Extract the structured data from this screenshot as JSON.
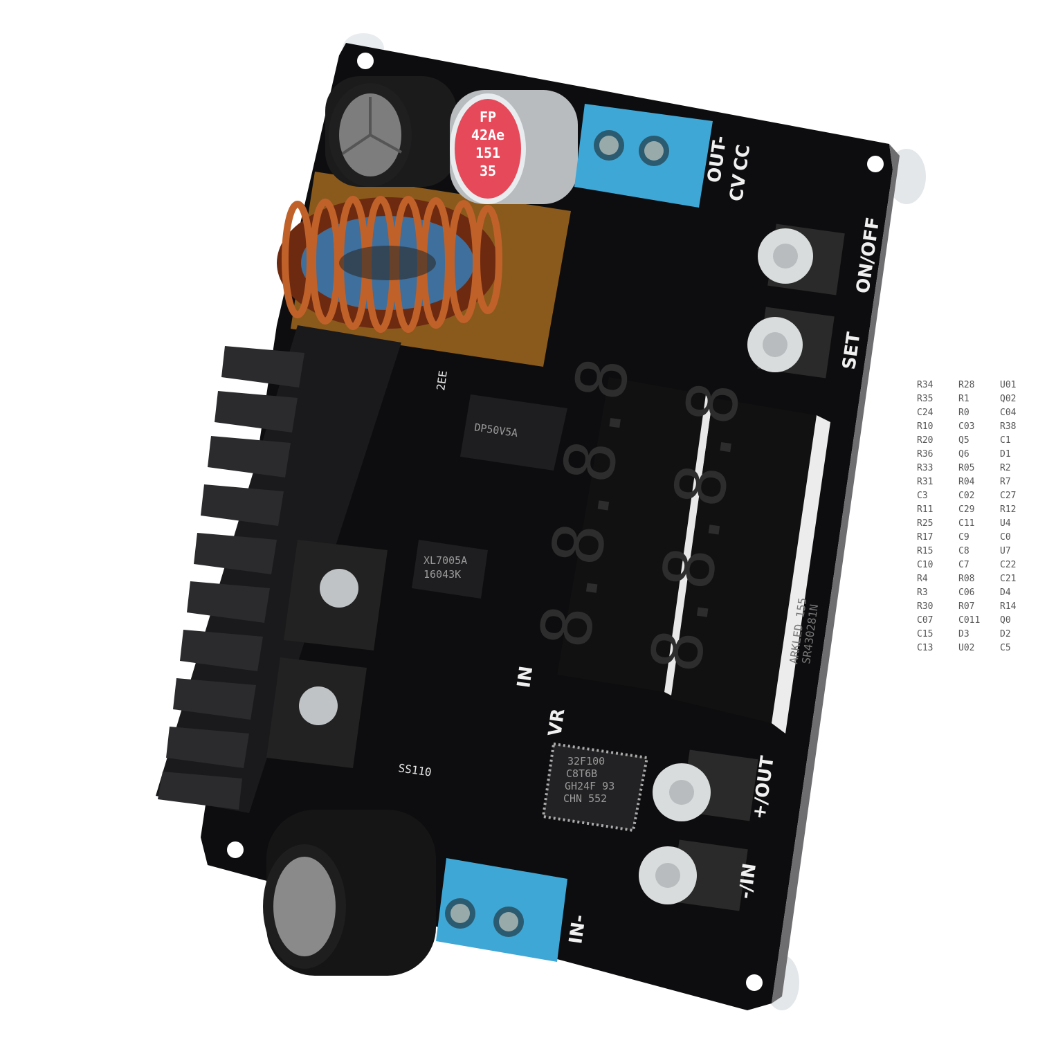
{
  "product": {
    "name": "DP50V5A",
    "labels": {
      "out_minus": "OUT-",
      "cv": "CV",
      "cc": "CC",
      "on_off": "ON/OFF",
      "set": "SET",
      "plus_out": "+/OUT",
      "minus_in": "-/IN",
      "in_minus": "IN-",
      "in": "IN",
      "vr": "VR"
    },
    "driver_chip": "DP50V5A",
    "mcu_chip": [
      "32F100",
      "C8T6B",
      "GH24F 93",
      "CHN 552"
    ],
    "regulator_chip": [
      "XL7005A",
      "16043K"
    ],
    "capacitor_print": [
      "FP",
      "42Ae",
      "151",
      "35"
    ],
    "inductor_code": "2EE",
    "diode_code": "SS110",
    "display_module": [
      "ARKLED 155",
      "SR430281N"
    ],
    "display_digits_left": "8.8.8.8",
    "display_digits_right": "8.8.8.8",
    "refs": [
      "R34",
      "R35",
      "C24",
      "R10",
      "R20",
      "R36",
      "R33",
      "R31",
      "C3",
      "R11",
      "R25",
      "R17",
      "R15",
      "C10",
      "R4",
      "R3",
      "R30",
      "C07",
      "C15",
      "C13",
      "R28",
      "R1",
      "R0",
      "C03",
      "Q5",
      "Q6",
      "R05",
      "R04",
      "C02",
      "C29",
      "C11",
      "C9",
      "C8",
      "C7",
      "R08",
      "C06",
      "R07",
      "C011",
      "D3",
      "U02",
      "U01",
      "Q02",
      "C04",
      "R38",
      "C1",
      "D1",
      "R2",
      "R7",
      "C27",
      "R12",
      "U4",
      "C0",
      "U7",
      "C22",
      "C21",
      "D4",
      "R14",
      "Q0",
      "D2",
      "C5"
    ]
  },
  "colors": {
    "pcb": "#0d0d0f",
    "terminal": "#3fa7d6",
    "copper": "#b3501f",
    "heatsink": "#1a1a1c"
  }
}
